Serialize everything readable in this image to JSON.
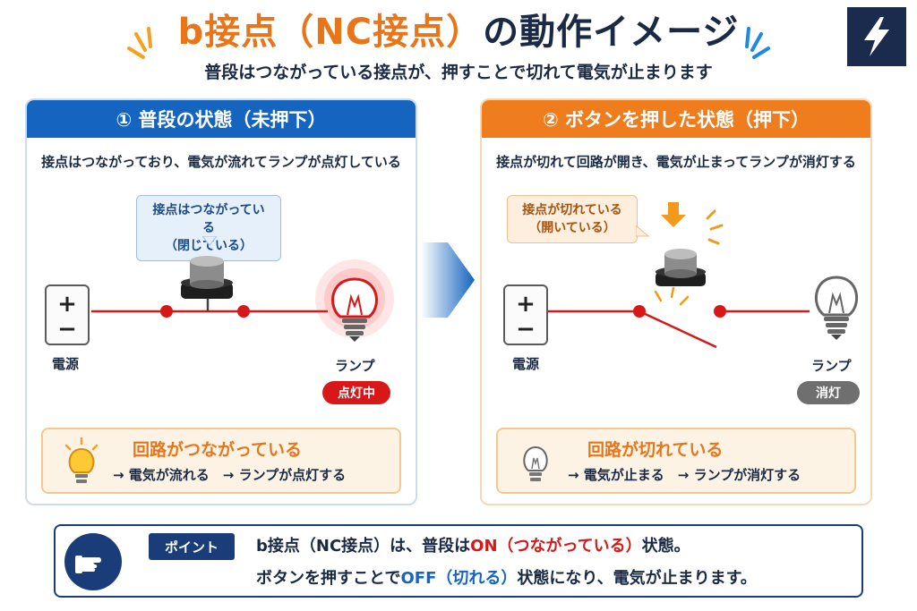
{
  "header": {
    "title_accent": "b接点（NC接点）",
    "title_rest": "の動作イメージ",
    "subtitle": "普段はつながっている接点が、押すことで切れて電気が止まります"
  },
  "left_panel": {
    "heading": "① 普段の状態（未押下）",
    "description": "接点はつながっており、電気が流れてランプが点灯している",
    "bubble_line1": "接点はつながっている",
    "bubble_line2": "（閉じている）",
    "plus": "+",
    "minus": "−",
    "source_label": "電源",
    "lamp_label": "ランプ",
    "status_badge": "点灯中",
    "info_title": "回路がつながっている",
    "info_sub": "→ 電気が流れる　→ ランプが点灯する"
  },
  "right_panel": {
    "heading": "② ボタンを押した状態（押下）",
    "description": "接点が切れて回路が開き、電気が止まってランプが消灯する",
    "bubble_line1": "接点が切れている",
    "bubble_line2": "（開いている）",
    "plus": "+",
    "minus": "−",
    "source_label": "電源",
    "lamp_label": "ランプ",
    "status_badge": "消灯",
    "info_title": "回路が切れている",
    "info_sub": "→ 電気が止まる　→ ランプが消灯する"
  },
  "point": {
    "tag": "ポイント",
    "line1_a": "b接点（NC接点）は、普段は",
    "line1_on": "ON（つながっている）",
    "line1_b": "状態。",
    "line2_a": "ボタンを押すことで",
    "line2_off": "OFF（切れる）",
    "line2_b": "状態になり、電気が止まります。"
  },
  "colors": {
    "accent_orange": "#e8751a",
    "navy": "#1a2a44",
    "blue": "#1565c0",
    "wire_red": "#d81818",
    "gray": "#6f6f6f"
  },
  "icons": {
    "logo": "lightning-bolt-icon",
    "point": "pointing-hand-icon",
    "lamp_on": "lightbulb-on-icon",
    "lamp_off": "lightbulb-off-icon",
    "arrow": "arrow-right-icon"
  }
}
